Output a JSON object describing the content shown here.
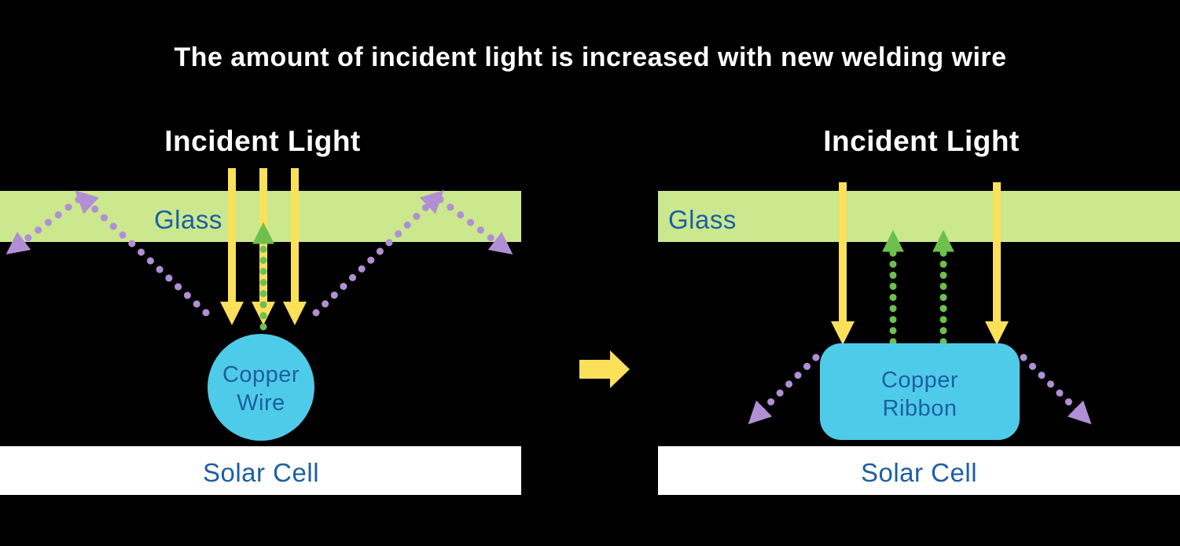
{
  "title": "The amount of incident light is increased with new welding wire",
  "colors": {
    "background": "#000000",
    "title_text": "#ffffff",
    "glass": "#cbe88f",
    "incident_ray_yellow": "#fbe05a",
    "reflected_ray_green": "#6fbf4f",
    "scattered_ray_purple": "#b18fd4",
    "copper_cyan": "#4fcbea",
    "label_navy": "#1d5fa2",
    "solar_cell_white": "#ffffff"
  },
  "left_panel": {
    "heading": "Incident Light",
    "glass_label": "Glass",
    "component_label": [
      "Copper",
      "Wire"
    ],
    "solar_cell_label": "Solar Cell"
  },
  "transition": {
    "icon": "right-arrow"
  },
  "right_panel": {
    "heading": "Incident Light",
    "glass_label": "Glass",
    "component_label": [
      "Copper",
      "Ribbon"
    ],
    "solar_cell_label": "Solar Cell"
  }
}
